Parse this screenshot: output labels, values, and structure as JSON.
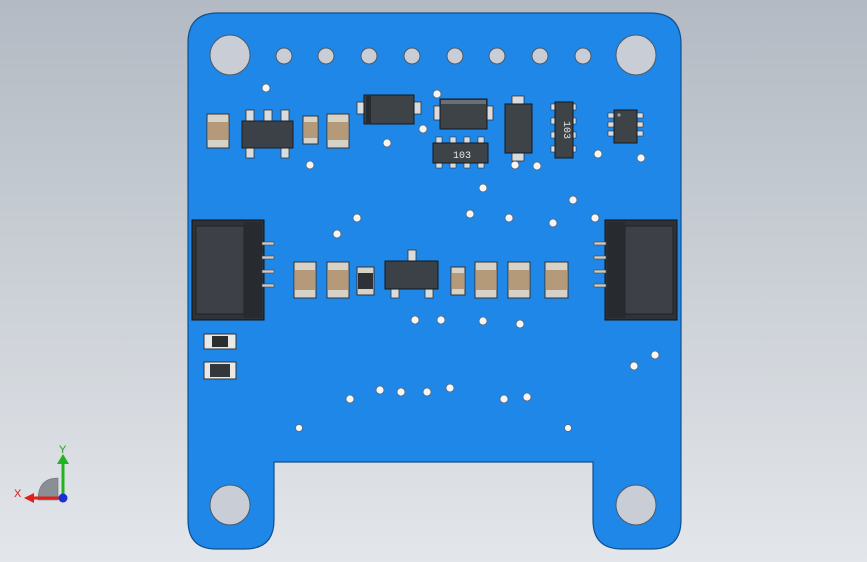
{
  "viewport": {
    "board_color": "#1f87e8",
    "board_edge_color": "#0f4f8f",
    "hole_color": "#c9ced6",
    "background_top": "#b3bac3",
    "background_bottom": "#e3e6ea"
  },
  "components": {
    "resistor_array_left_label": "103",
    "resistor_array_right_label": "103"
  },
  "triad": {
    "x_label": "X",
    "y_label": "Y",
    "x_color": "#e0211b",
    "y_color": "#21b321",
    "z_color": "#1b2fd6"
  }
}
